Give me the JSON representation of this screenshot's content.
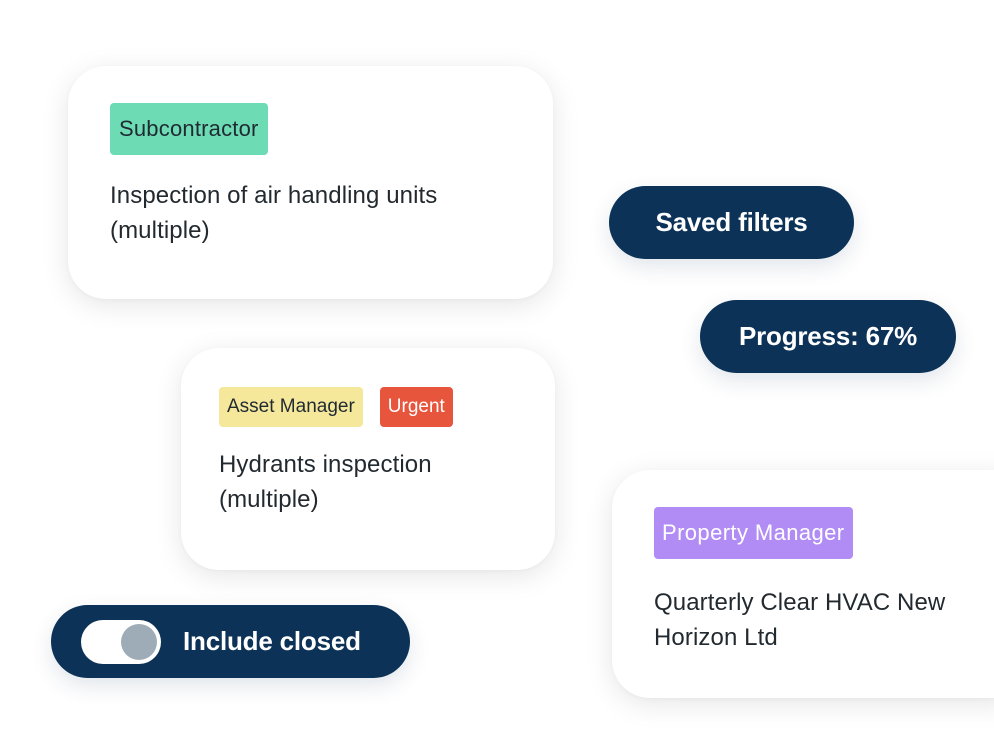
{
  "cards": [
    {
      "tags": [
        {
          "label": "Subcontractor",
          "color": "#6ddbb3"
        }
      ],
      "title_line1": "Inspection of air handling units",
      "title_line2": "(multiple)"
    },
    {
      "tags": [
        {
          "label": "Asset Manager",
          "color": "#f6e89a"
        },
        {
          "label": "Urgent",
          "color": "#e8553d"
        }
      ],
      "title_line1": "Hydrants inspection",
      "title_line2": "(multiple)"
    },
    {
      "tags": [
        {
          "label": "Property Manager",
          "color": "#b28cf5"
        }
      ],
      "title_line1": "Quarterly Clear HVAC New",
      "title_line2": "Horizon Ltd"
    }
  ],
  "pills": {
    "saved_filters": "Saved filters",
    "progress": "Progress: 67%",
    "include_closed": "Include closed"
  },
  "progress_value": 0.67,
  "include_closed_toggle": {
    "state": "on"
  },
  "colors": {
    "pill_bg": "#0c3257",
    "toggle_knob": "#9eacb8",
    "text_dark": "#222a30"
  }
}
